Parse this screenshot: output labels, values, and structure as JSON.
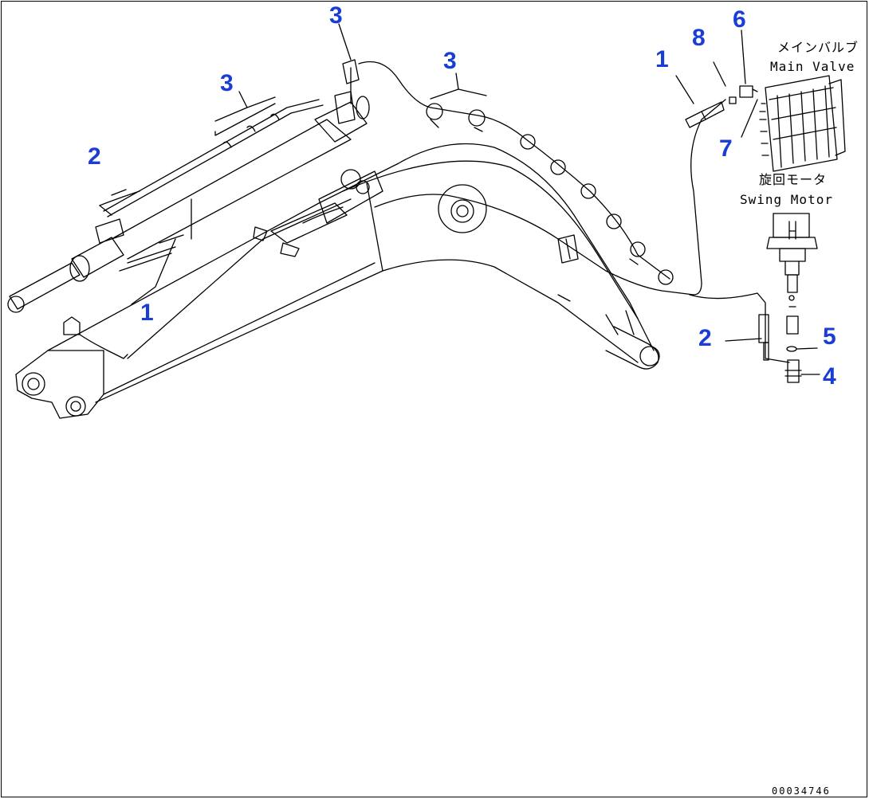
{
  "labels": {
    "main_valve_jp": "メインバルブ",
    "main_valve_en": "Main Valve",
    "swing_motor_jp": "旋回モータ",
    "swing_motor_en": "Swing Motor"
  },
  "callouts": {
    "c1a": "1",
    "c1b": "1",
    "c2a": "2",
    "c2b": "2",
    "c3a": "3",
    "c3b": "3",
    "c3c": "3",
    "c4": "4",
    "c5": "5",
    "c6": "6",
    "c7": "7",
    "c8": "8"
  },
  "doc_id": "00034746",
  "colors": {
    "callout": "#1a3dd6",
    "line": "#000000"
  }
}
